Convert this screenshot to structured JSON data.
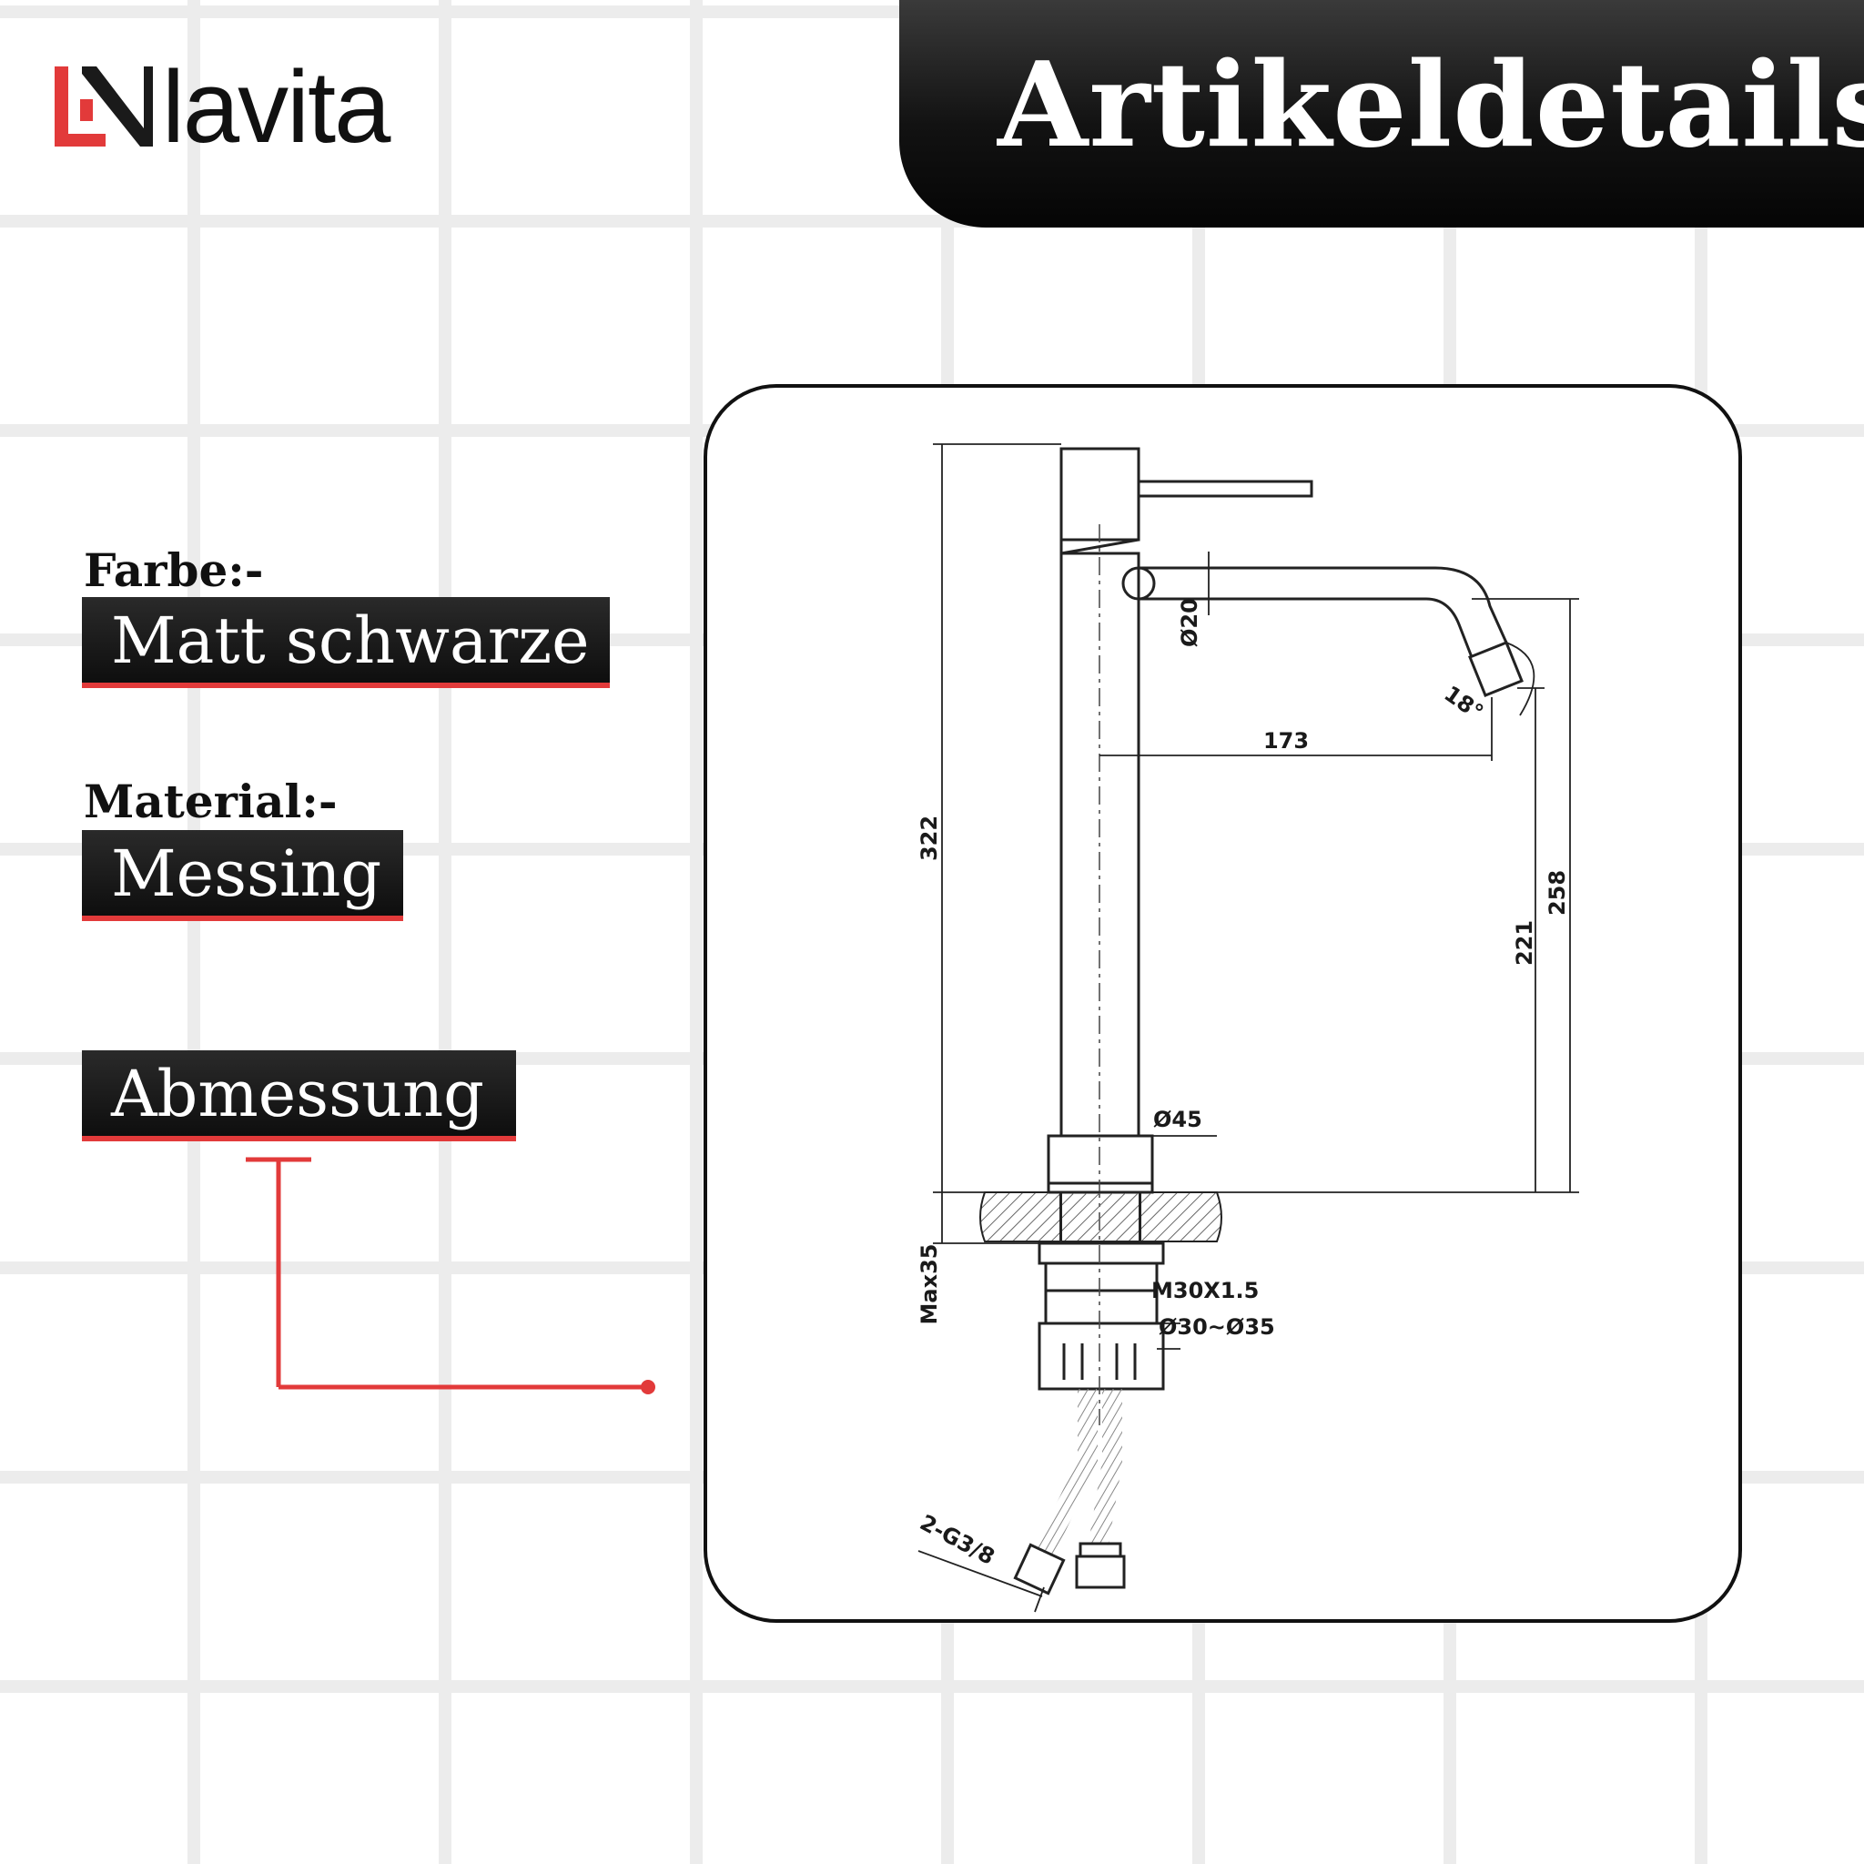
{
  "brand": {
    "name": "lavita",
    "logo_color": "#e23a3a"
  },
  "header": {
    "title": "Artikeldetails"
  },
  "details": {
    "farbe_label": "Farbe:-",
    "farbe_value": "Matt schwarze",
    "material_label": "Material:-",
    "material_value": "Messing",
    "abmessung_label": "Abmessung"
  },
  "drawing": {
    "total_height": "322",
    "spout_pipe_diameter": "Ø20",
    "spout_angle": "18°",
    "spout_reach": "173",
    "spout_height": "221",
    "spout_top_height": "258",
    "base_diameter": "Ø45",
    "max_counter_thickness": "Max35",
    "thread": "M30X1.5",
    "hole_diameter": "Ø30~Ø35",
    "hose_connector": "2-G3/8"
  },
  "colors": {
    "accent": "#e23a3a",
    "dark": "#111111"
  }
}
